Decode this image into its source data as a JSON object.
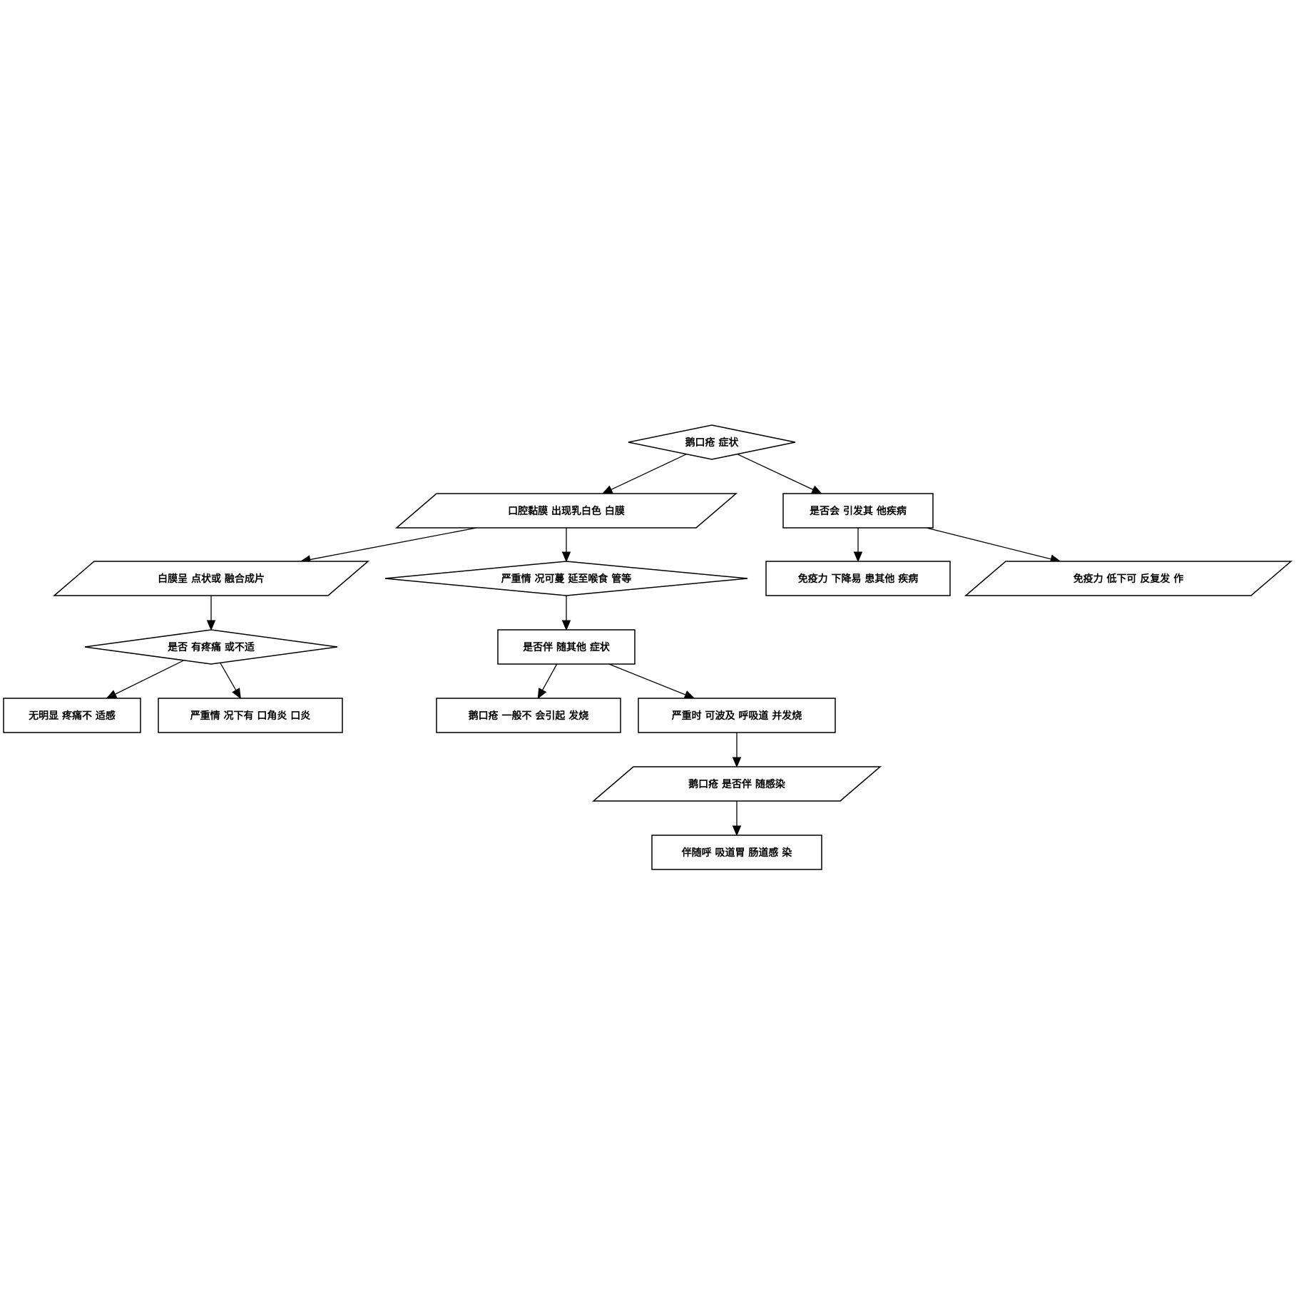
{
  "diagram": {
    "nodes": [
      {
        "id": "root",
        "shape": "diamond",
        "label": "鹅口疮 症状"
      },
      {
        "id": "mouth",
        "shape": "parallelogram",
        "label": "口腔黏膜 出现乳白色 白膜"
      },
      {
        "id": "complication",
        "shape": "rect",
        "label": "是否会 引发其 他疾病"
      },
      {
        "id": "membrane",
        "shape": "parallelogram",
        "label": "白膜呈 点状或 融合成片"
      },
      {
        "id": "spread",
        "shape": "diamond",
        "label": "严重情 况可蔓 延至喉食 管等"
      },
      {
        "id": "immune_drop",
        "shape": "rect",
        "label": "免疫力 下降易 患其他 疾病"
      },
      {
        "id": "immune_low",
        "shape": "parallelogram",
        "label": "免疫力 低下可 反复发 作"
      },
      {
        "id": "pain",
        "shape": "diamond",
        "label": "是否 有疼痛 或不适"
      },
      {
        "id": "other_symptoms",
        "shape": "rect",
        "label": "是否伴 随其他 症状"
      },
      {
        "id": "no_pain",
        "shape": "rect",
        "label": "无明显 疼痛不 适感"
      },
      {
        "id": "angular",
        "shape": "rect",
        "label": "严重情 况下有 口角炎 口炎"
      },
      {
        "id": "no_fever",
        "shape": "rect",
        "label": "鹅口疮 一般不 会引起 发烧"
      },
      {
        "id": "respiratory",
        "shape": "rect",
        "label": "严重时 可波及 呼吸道 并发烧"
      },
      {
        "id": "infection_q",
        "shape": "parallelogram",
        "label": "鹅口疮 是否伴 随感染"
      },
      {
        "id": "gi_infection",
        "shape": "rect",
        "label": "伴随呼 吸道胃 肠道感 染"
      }
    ],
    "edges": [
      {
        "from": "root",
        "to": "mouth"
      },
      {
        "from": "root",
        "to": "complication"
      },
      {
        "from": "mouth",
        "to": "membrane"
      },
      {
        "from": "mouth",
        "to": "spread"
      },
      {
        "from": "complication",
        "to": "immune_drop"
      },
      {
        "from": "complication",
        "to": "immune_low"
      },
      {
        "from": "membrane",
        "to": "pain"
      },
      {
        "from": "spread",
        "to": "other_symptoms"
      },
      {
        "from": "pain",
        "to": "no_pain"
      },
      {
        "from": "pain",
        "to": "angular"
      },
      {
        "from": "other_symptoms",
        "to": "no_fever"
      },
      {
        "from": "other_symptoms",
        "to": "respiratory"
      },
      {
        "from": "respiratory",
        "to": "infection_q"
      },
      {
        "from": "infection_q",
        "to": "gi_infection"
      }
    ]
  }
}
